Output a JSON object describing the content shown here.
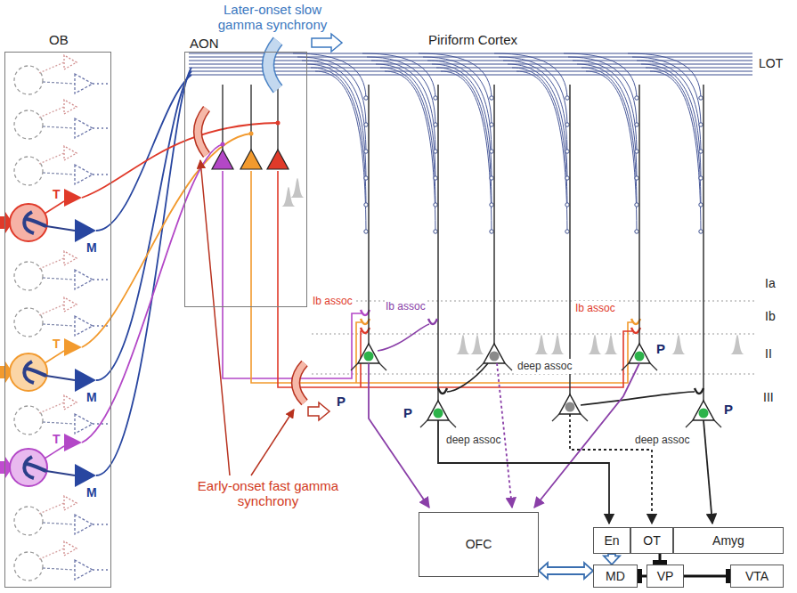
{
  "diagram": {
    "nodes": [
      {
        "text": [
          "OB"
        ]
      },
      {
        "text": [
          "AON"
        ]
      },
      {
        "text": [
          "OFC"
        ]
      },
      {
        "text": [
          "En"
        ]
      },
      {
        "text": [
          "OT"
        ]
      },
      {
        "text": [
          "Amyg"
        ]
      },
      {
        "text": [
          "MD"
        ]
      },
      {
        "text": [
          "VP"
        ]
      },
      {
        "text": [
          "VTA"
        ]
      }
    ],
    "edges": [
      {
        "from": 2,
        "to": 6,
        "arrow": "both"
      },
      {
        "from": 3,
        "to": 6,
        "arrow": "to"
      },
      {
        "from": 4,
        "to": 7,
        "arrow": "to"
      },
      {
        "from": 7,
        "to": 6,
        "arrow": "to"
      },
      {
        "from": 7,
        "to": 8,
        "arrow": "to"
      }
    ],
    "labels": [
      "Later-onset slow gamma synchrony",
      "Piriform Cortex",
      "LOT",
      "Ia",
      "Ib",
      "II",
      "III",
      "T",
      "M",
      "T",
      "M",
      "T",
      "M",
      "Ib assoc",
      "Ib assoc",
      "Ib assoc",
      "P",
      "P",
      "P",
      "P",
      "deep assoc",
      "deep assoc",
      "deep assoc",
      "Early-onset fast gamma synchrony"
    ]
  }
}
